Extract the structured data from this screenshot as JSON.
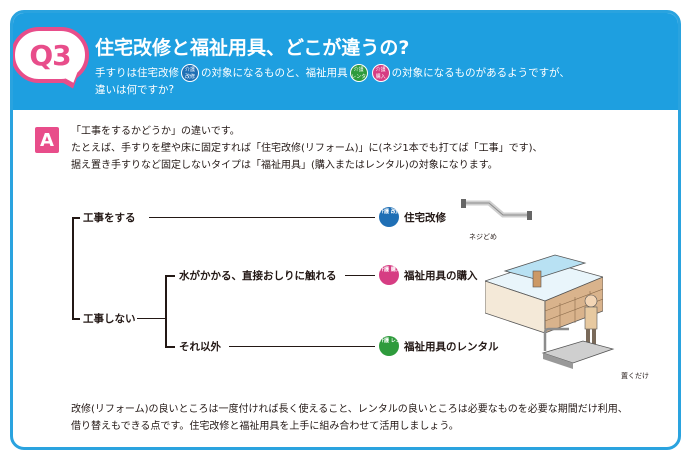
{
  "question": {
    "badge": "Q3",
    "title": "住宅改修と福祉用具、どこが違うの?",
    "sub_part1": "手すりは住宅改修",
    "sub_part2": "の対象になるものと、福祉用具",
    "sub_part3": "の対象になるものがあるようですが、",
    "sub_part4": "違いは何ですか?"
  },
  "icons": {
    "kaigo_kaishu": "介護 改修",
    "kaigo_rental": "介護 レンタル",
    "kaigo_konyu": "介護 購入"
  },
  "answer": {
    "badge": "A",
    "line1": "「工事をするかどうか」の違いです。",
    "line2": "たとえば、手すりを壁や床に固定すれば「住宅改修(リフォーム)」に(ネジ1本でも打てば「工事」です)、",
    "line3": "据え置き手すりなど固定しないタイプは「福祉用具」(購入またはレンタル)の対象になります。"
  },
  "diagram": {
    "branch_construction": "工事をする",
    "branch_no_construction": "工事しない",
    "sub_water": "水がかかる、直接おしりに触れる",
    "sub_other": "それ以外",
    "result_renovation": "住宅改修",
    "result_purchase": "福祉用具の購入",
    "result_rental": "福祉用具のレンタル",
    "note_screw": "ネジどめ",
    "note_place": "置くだけ"
  },
  "closing": {
    "line1": "改修(リフォーム)の良いところは一度付ければ長く使えること、レンタルの良いところは必要なものを必要な期間だけ利用、",
    "line2": "借り替えもできる点です。住宅改修と福祉用具を上手に組み合わせて活用しましょう。"
  },
  "colors": {
    "header_blue": "#1e9fe0",
    "accent_pink": "#e84d8a",
    "renovation_blue": "#1f6fb5",
    "rental_green": "#2e9b3c",
    "purchase_pink": "#d63d83"
  }
}
